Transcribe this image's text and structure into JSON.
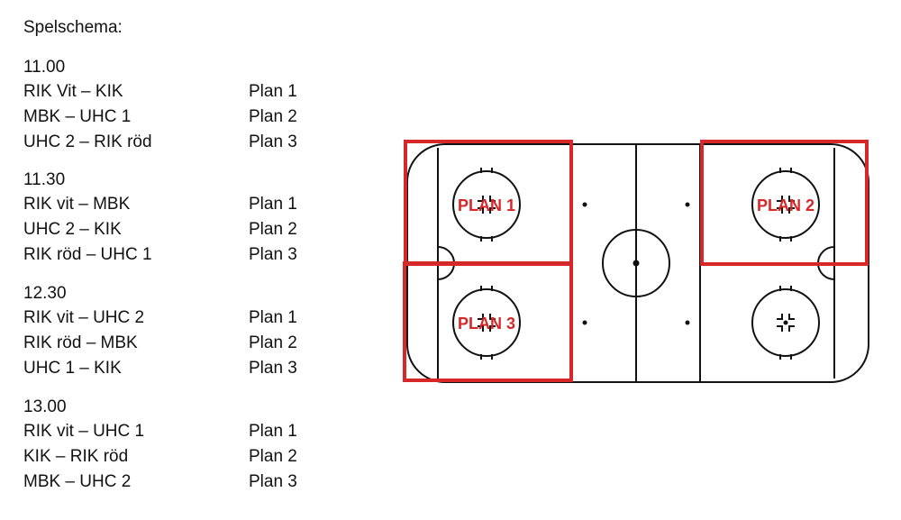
{
  "heading": "Spelschema:",
  "schedule": [
    {
      "time": "11.00",
      "matches": [
        {
          "match": "RIK Vit – KIK",
          "plan": "Plan 1"
        },
        {
          "match": "MBK – UHC 1",
          "plan": "Plan 2"
        },
        {
          "match": "UHC 2 – RIK röd",
          "plan": "Plan 3"
        }
      ]
    },
    {
      "time": "11.30",
      "matches": [
        {
          "match": "RIK vit – MBK",
          "plan": "Plan 1"
        },
        {
          "match": "UHC 2 – KIK",
          "plan": "Plan 2"
        },
        {
          "match": "RIK röd – UHC 1",
          "plan": "Plan 3"
        }
      ]
    },
    {
      "time": "12.30",
      "matches": [
        {
          "match": "RIK vit – UHC 2",
          "plan": "Plan 1"
        },
        {
          "match": "RIK röd – MBK",
          "plan": "Plan 2"
        },
        {
          "match": "UHC 1 – KIK",
          "plan": "Plan 3"
        }
      ]
    },
    {
      "time": "13.00",
      "matches": [
        {
          "match": "RIK vit – UHC 1",
          "plan": "Plan 1"
        },
        {
          "match": "KIK – RIK röd",
          "plan": "Plan 2"
        },
        {
          "match": "MBK – UHC 2",
          "plan": "Plan 3"
        }
      ]
    }
  ],
  "rink": {
    "zone_labels": [
      "PLAN 1",
      "PLAN 2",
      "PLAN 3"
    ],
    "highlight_color": "#d62828",
    "line_color": "#111111"
  }
}
